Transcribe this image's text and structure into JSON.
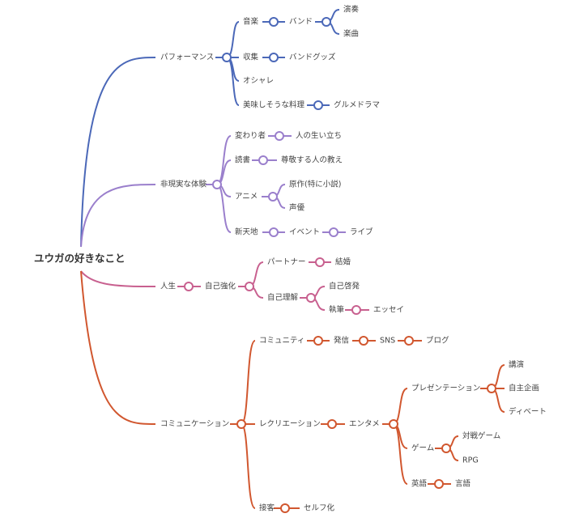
{
  "map": {
    "root": "ユウガの好きなこと",
    "branches": [
      {
        "label": "パフォーマンス",
        "color": "#4b68b8",
        "children": [
          {
            "label": "音楽",
            "children": [
              {
                "label": "バンド",
                "children": [
                  {
                    "label": "演奏"
                  },
                  {
                    "label": "楽曲"
                  }
                ]
              }
            ]
          },
          {
            "label": "収集",
            "children": [
              {
                "label": "バンドグッズ"
              }
            ]
          },
          {
            "label": "オシャレ"
          },
          {
            "label": "美味しそうな料理",
            "children": [
              {
                "label": "グルメドラマ"
              }
            ]
          }
        ]
      },
      {
        "label": "非現実な体験",
        "color": "#9a7fcc",
        "children": [
          {
            "label": "変わり者",
            "children": [
              {
                "label": "人の生い立ち"
              }
            ]
          },
          {
            "label": "読書",
            "children": [
              {
                "label": "尊敬する人の教え"
              }
            ]
          },
          {
            "label": "アニメ",
            "children": [
              {
                "label": "原作(特に小説)"
              },
              {
                "label": "声優"
              }
            ]
          },
          {
            "label": "新天地",
            "children": [
              {
                "label": "イベント",
                "children": [
                  {
                    "label": "ライブ"
                  }
                ]
              }
            ]
          }
        ]
      },
      {
        "label": "人生",
        "color": "#c8608f",
        "children": [
          {
            "label": "自己強化",
            "children": [
              {
                "label": "パートナー",
                "children": [
                  {
                    "label": "結婚"
                  }
                ]
              },
              {
                "label": "自己理解",
                "children": [
                  {
                    "label": "自己啓発"
                  },
                  {
                    "label": "執筆",
                    "children": [
                      {
                        "label": "エッセイ"
                      }
                    ]
                  }
                ]
              }
            ]
          }
        ]
      },
      {
        "label": "コミュニケーション",
        "color": "#d1572f",
        "children": [
          {
            "label": "コミュニティ",
            "children": [
              {
                "label": "発信",
                "children": [
                  {
                    "label": "SNS",
                    "children": [
                      {
                        "label": "ブログ"
                      }
                    ]
                  }
                ]
              }
            ]
          },
          {
            "label": "レクリエーション",
            "children": [
              {
                "label": "エンタメ",
                "children": [
                  {
                    "label": "プレゼンテーション",
                    "children": [
                      {
                        "label": "講演"
                      },
                      {
                        "label": "自主企画"
                      },
                      {
                        "label": "ディベート"
                      }
                    ]
                  },
                  {
                    "label": "ゲーム",
                    "children": [
                      {
                        "label": "対戦ゲーム"
                      },
                      {
                        "label": "RPG"
                      }
                    ]
                  },
                  {
                    "label": "英語",
                    "children": [
                      {
                        "label": "言語"
                      }
                    ]
                  }
                ]
              }
            ]
          },
          {
            "label": "接客",
            "children": [
              {
                "label": "セルフ化"
              }
            ]
          }
        ]
      }
    ]
  }
}
